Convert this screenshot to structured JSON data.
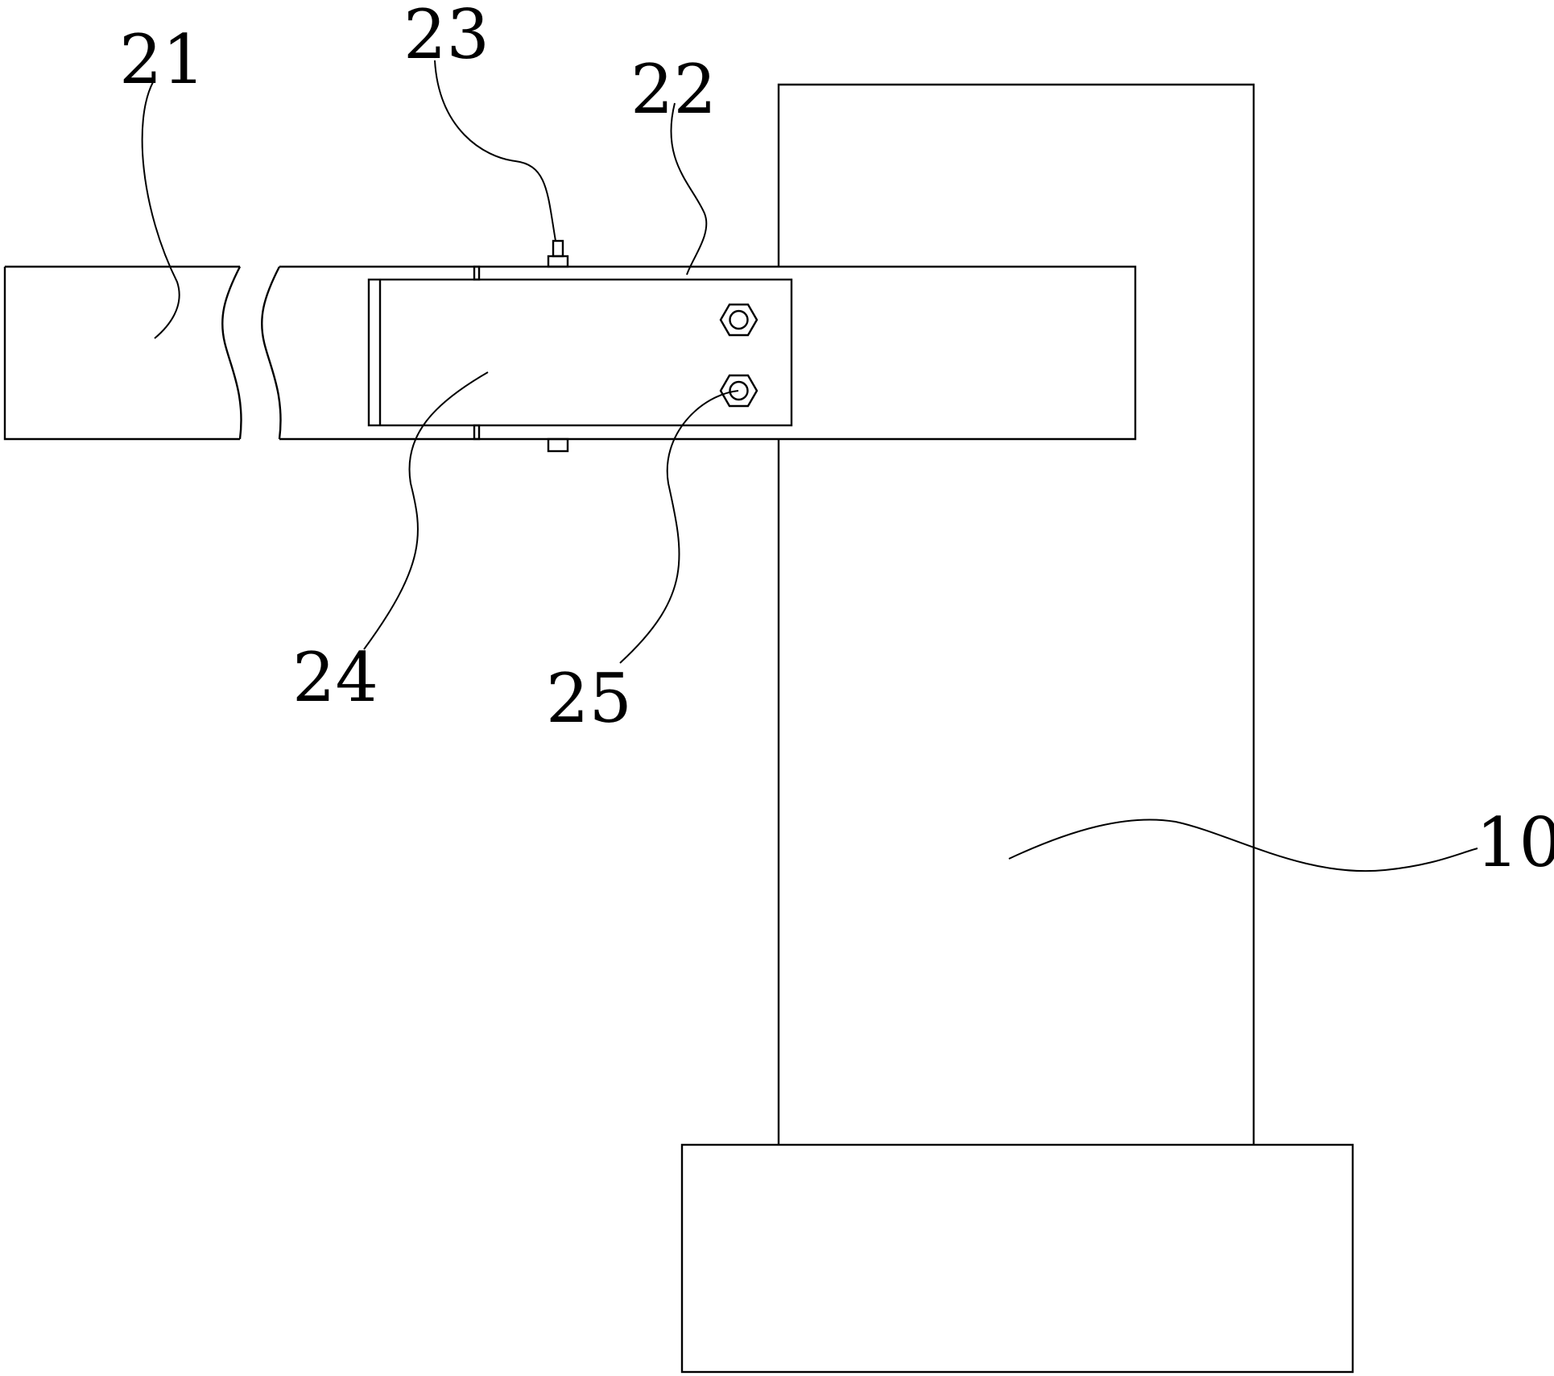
{
  "figure": {
    "labels": {
      "column": "10",
      "beam": "21",
      "sleeve": "22",
      "pin": "23",
      "clamp_plate": "24",
      "bolt": "25"
    },
    "colors": {
      "line": "#000000",
      "background": "#ffffff"
    }
  }
}
